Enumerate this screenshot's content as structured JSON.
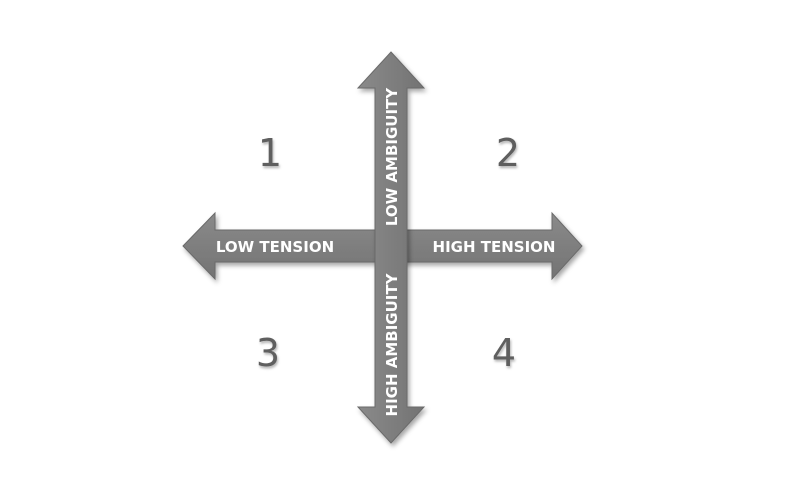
{
  "diagram": {
    "arrows": {
      "left": {
        "label": "LOW TENSION"
      },
      "right": {
        "label": "HIGH TENSION"
      },
      "up": {
        "label": "LOW AMBIGUITY"
      },
      "down": {
        "label": "HIGH AMBIGUITY"
      }
    },
    "quadrants": [
      {
        "number": "1"
      },
      {
        "number": "2"
      },
      {
        "number": "3"
      },
      {
        "number": "4"
      }
    ],
    "colors": {
      "arrow_fill": "#808080",
      "arrow_stroke": "#6a6a6a",
      "label_text": "#ffffff",
      "number_text": "#5f5f5f",
      "background": "#ffffff"
    }
  }
}
